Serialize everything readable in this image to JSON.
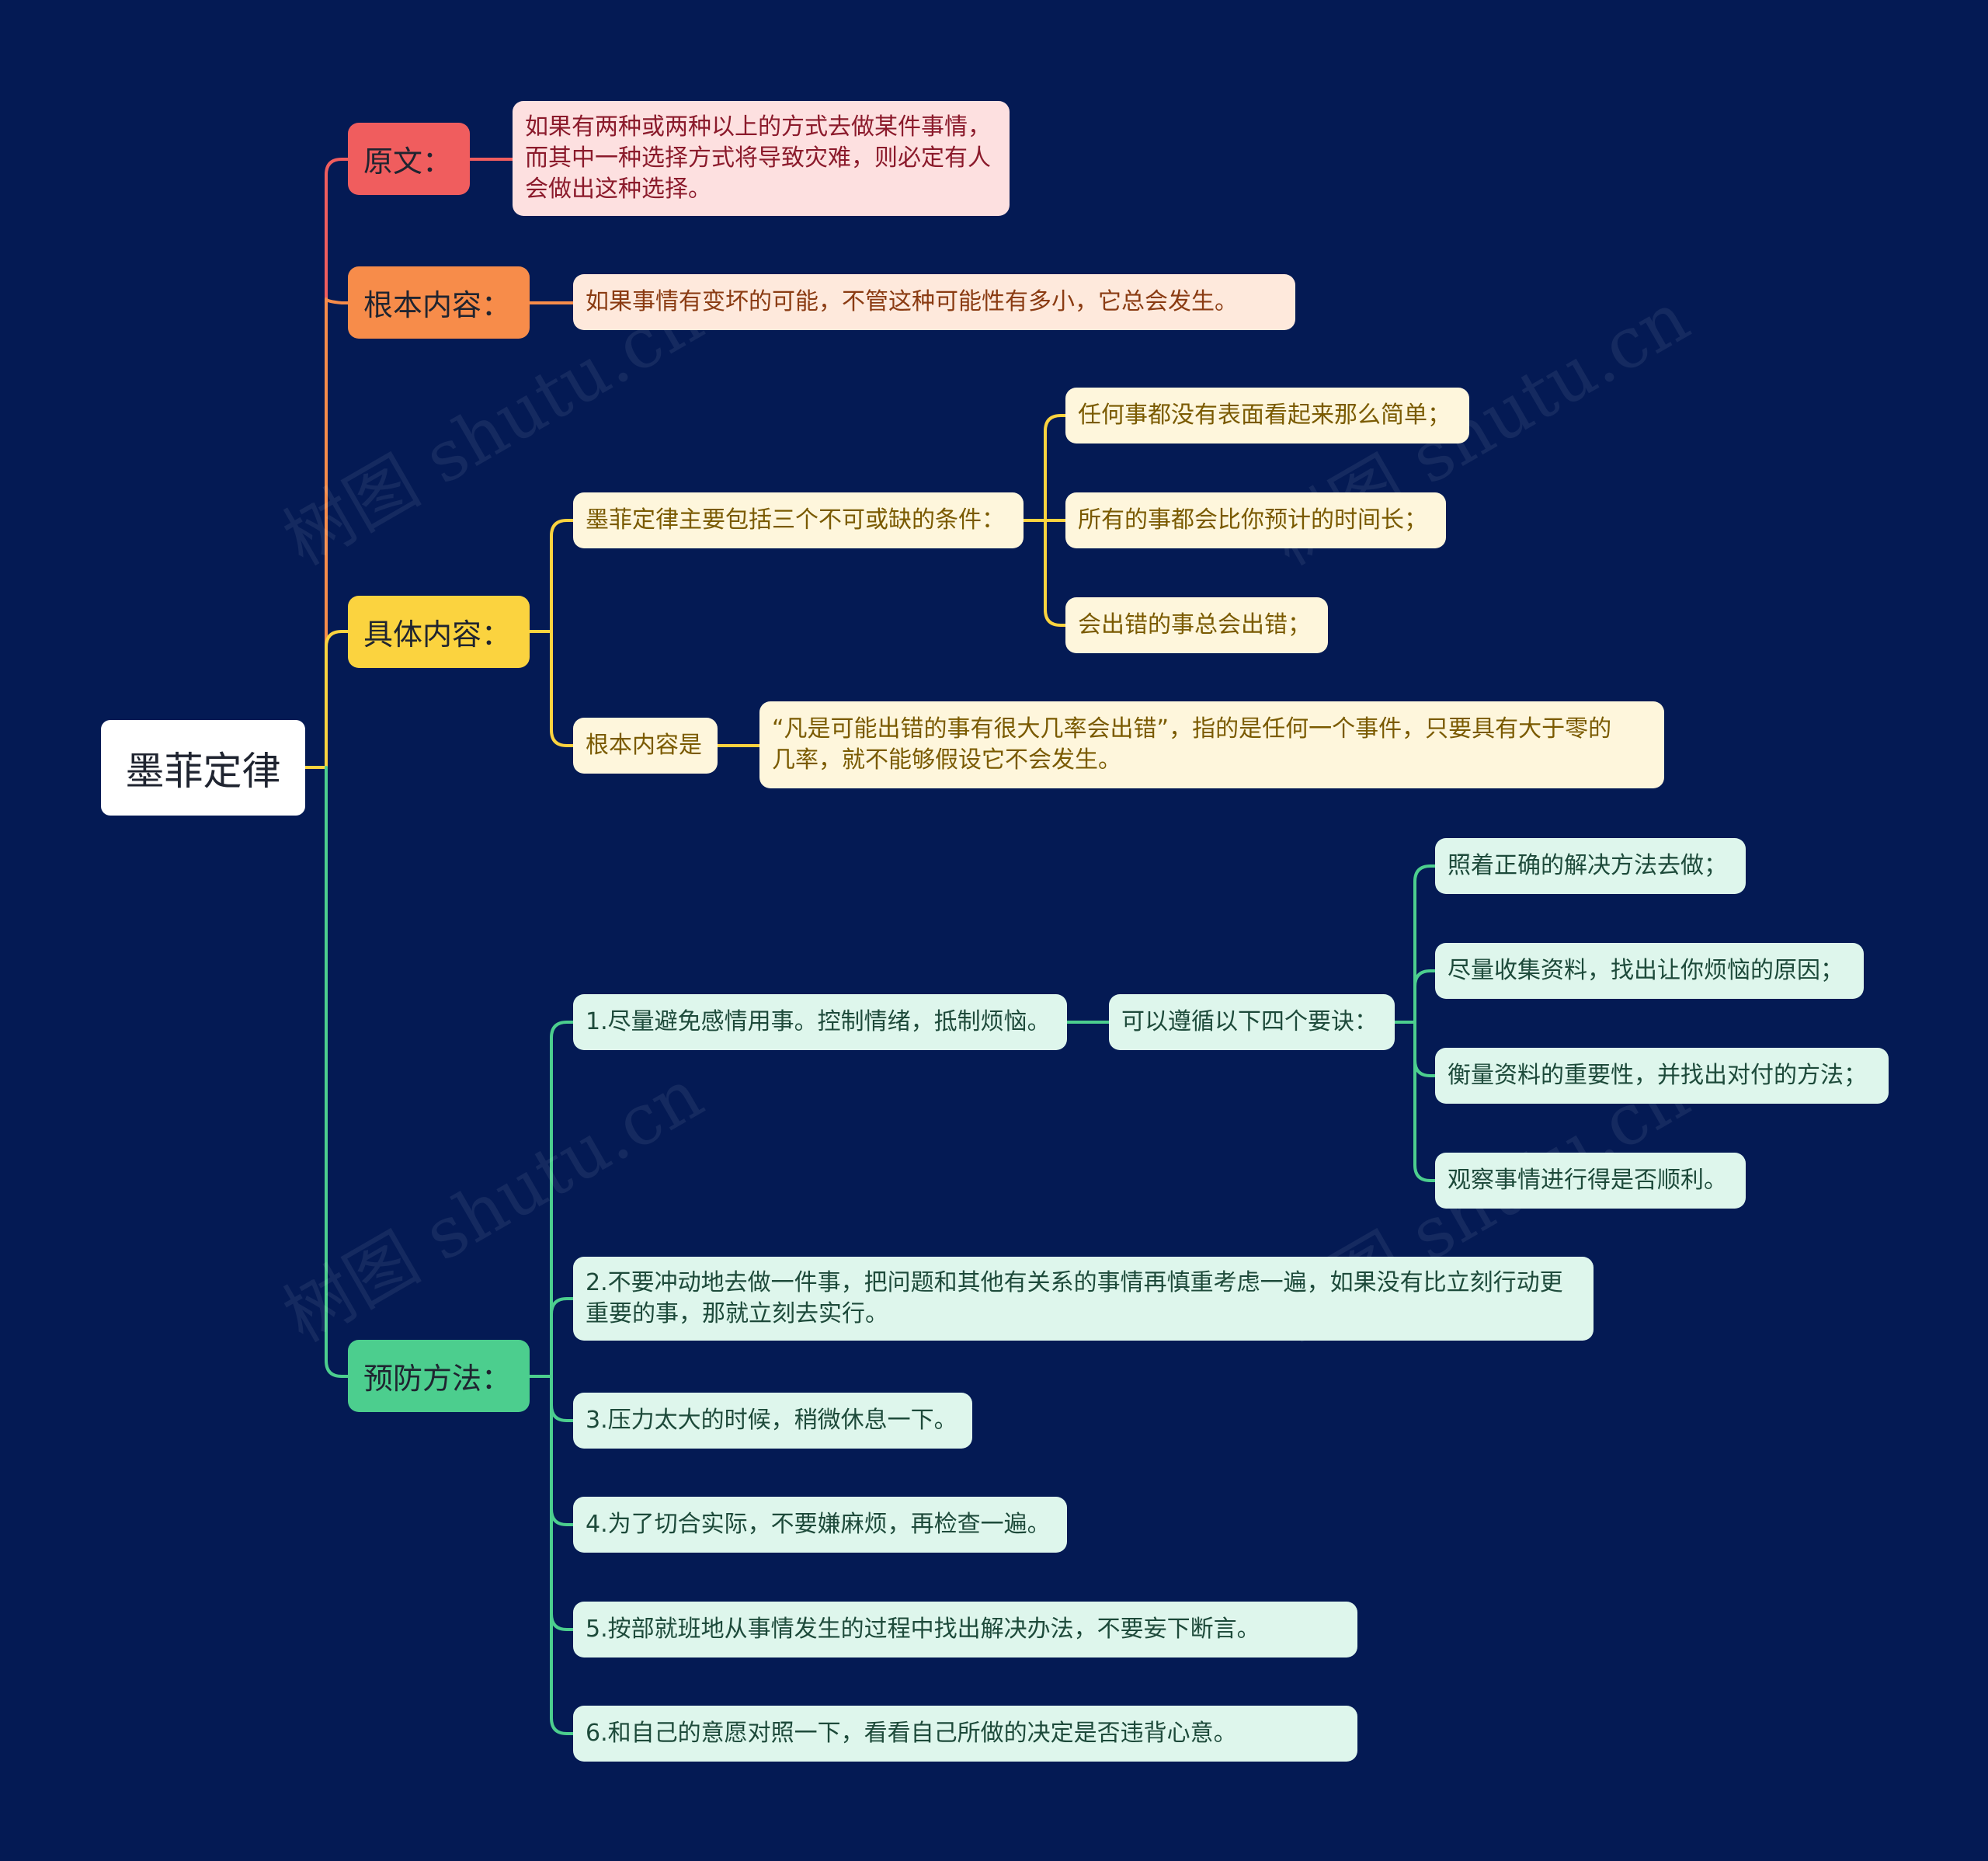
{
  "root": {
    "label": "墨菲定律"
  },
  "branches": {
    "original": {
      "label": "原文：",
      "text": "如果有两种或两种以上的方式去做某件事情，\n而其中一种选择方式将导致灾难，则必定有人\n会做出这种选择。"
    },
    "basic": {
      "label": "根本内容：",
      "text": "如果事情有变坏的可能，不管这种可能性有多小，它总会发生。"
    },
    "specific": {
      "label": "具体内容：",
      "conditions": {
        "label": "墨菲定律主要包括三个不可或缺的条件：",
        "items": [
          "任何事都没有表面看起来那么简单；",
          "所有的事都会比你预计的时间长；",
          "会出错的事总会出错；"
        ]
      },
      "essence": {
        "label": "根本内容是",
        "text": "“凡是可能出错的事有很大几率会出错”，指的是任何一个事件，只要具有大于零的\n几率，就不能够假设它不会发生。"
      }
    },
    "prevention": {
      "label": "预防方法：",
      "items": [
        "1.尽量避免感情用事。控制情绪，抵制烦恼。",
        "2.不要冲动地去做一件事，把问题和其他有关系的事情再慎重考虑一遍，如果没有比立刻行动更\n重要的事，那就立刻去实行。",
        "3.压力太大的时候，稍微休息一下。",
        "4.为了切合实际，不要嫌麻烦，再检查一遍。",
        "5.按部就班地从事情发生的过程中找出解决办法，不要妄下断言。",
        "6.和自己的意愿对照一下，看看自己所做的决定是否违背心意。"
      ],
      "tips": {
        "label": "可以遵循以下四个要诀：",
        "items": [
          "照着正确的解决方法去做；",
          "尽量收集资料，找出让你烦恼的原因；",
          "衡量资料的重要性，并找出对付的方法；",
          "观察事情进行得是否顺利。"
        ]
      }
    }
  },
  "watermark": "树图 shutu.cn",
  "colors": {
    "background": "#041a54",
    "red": "#f05d5e",
    "orange": "#f78c4a",
    "yellow": "#fbd33f",
    "green": "#4cce8e"
  }
}
